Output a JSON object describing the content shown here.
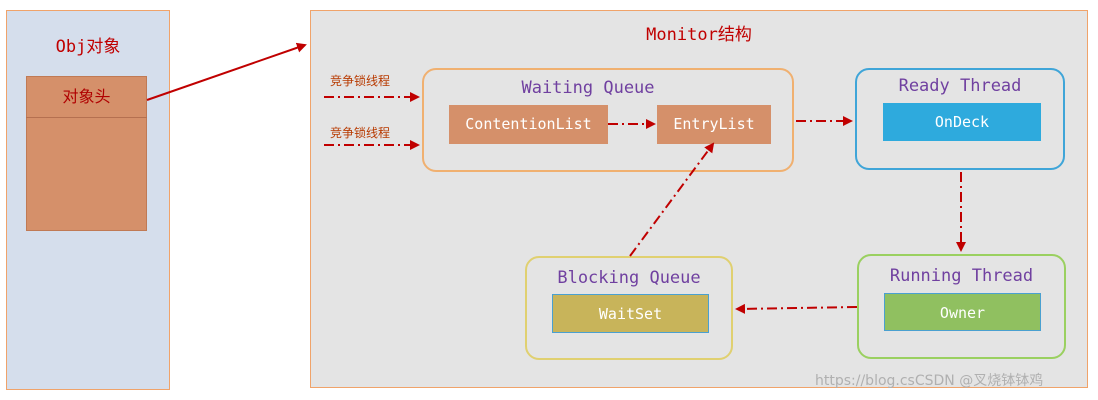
{
  "obj_panel": {
    "title": "Obj对象",
    "header_label": "对象头"
  },
  "monitor": {
    "title": "Monitor结构",
    "competitor_labels": [
      "竞争锁线程",
      "竞争锁线程"
    ],
    "waiting_queue": {
      "title": "Waiting Queue",
      "items": [
        "ContentionList",
        "EntryList"
      ]
    },
    "ready_thread": {
      "title": "Ready Thread",
      "item": "OnDeck"
    },
    "running_thread": {
      "title": "Running Thread",
      "item": "Owner"
    },
    "blocking_queue": {
      "title": "Blocking Queue",
      "item": "WaitSet"
    }
  },
  "watermark": "https://blog.csCSDN @叉烧钵钵鸡",
  "colors": {
    "arrow": "#c00000",
    "waiting_border": "#f0b070",
    "ready_border": "#3fa5d8",
    "running_border": "#9ad060",
    "blocking_border": "#e0d070"
  }
}
